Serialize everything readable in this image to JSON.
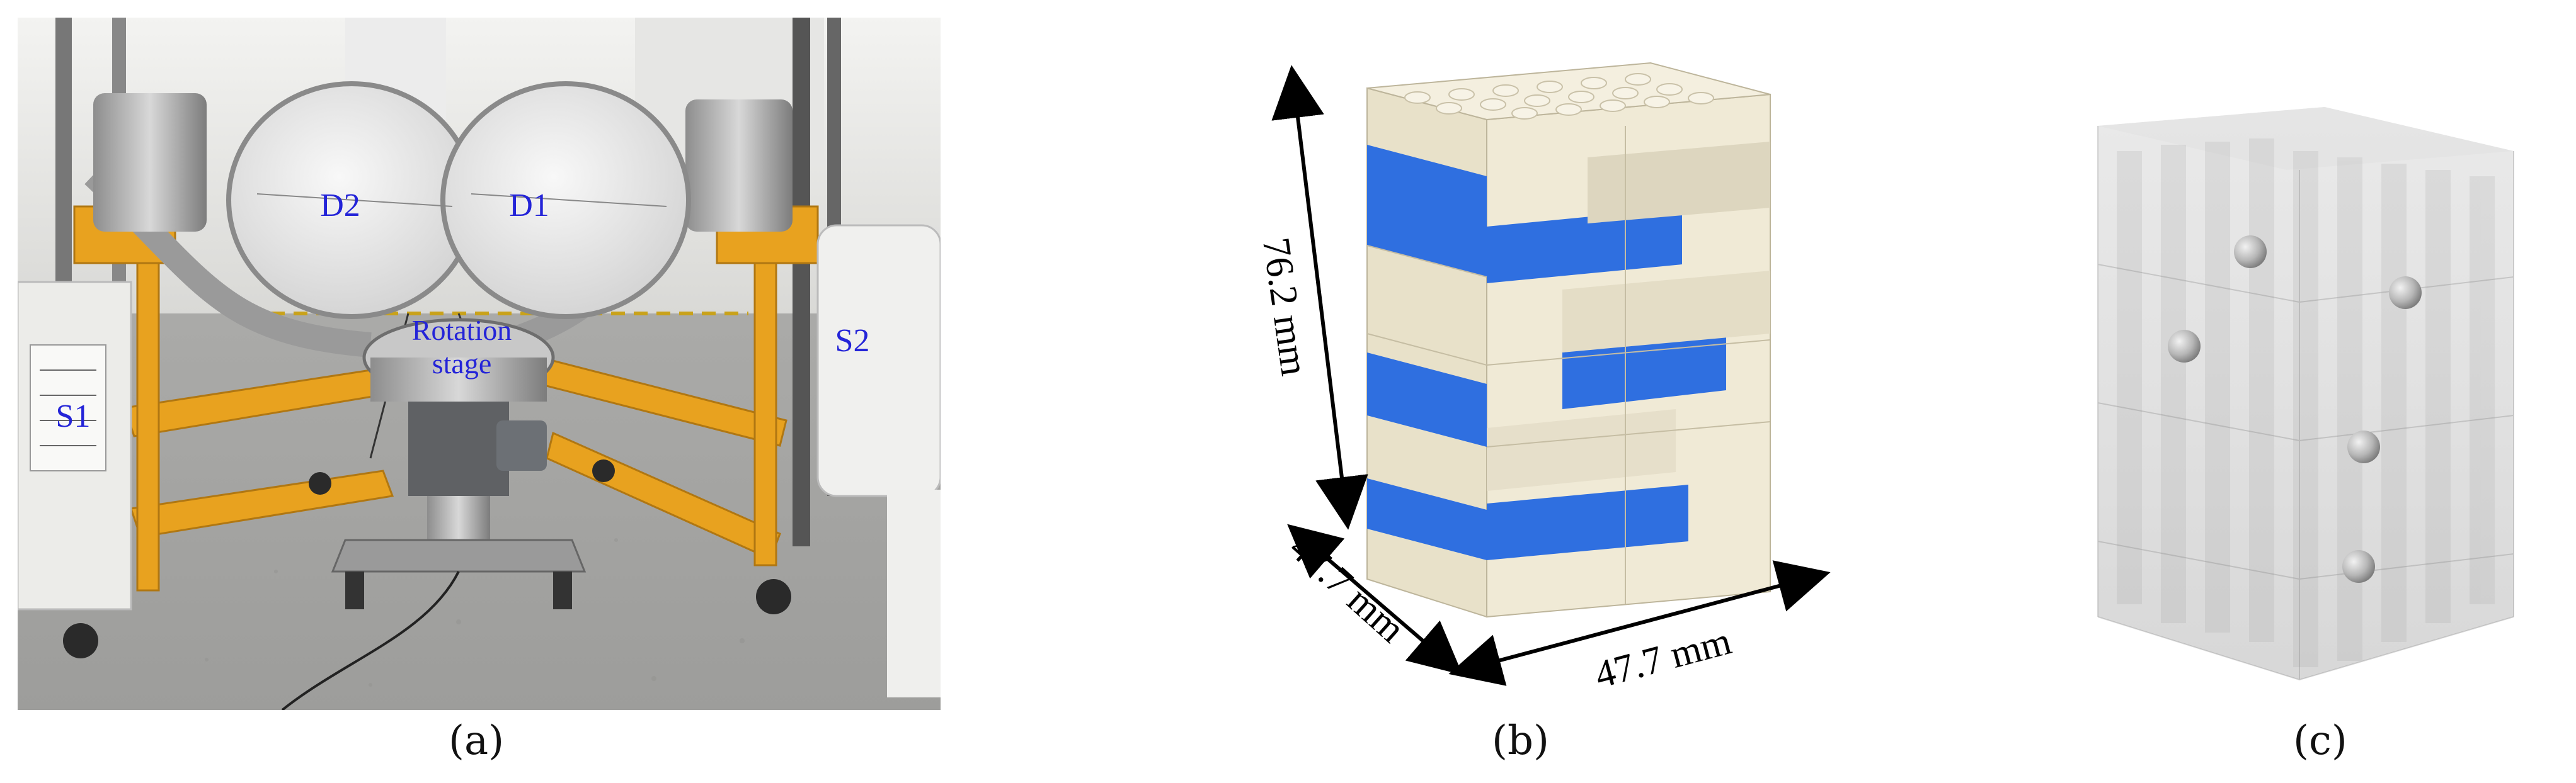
{
  "figure": {
    "panel_a": {
      "caption": "(a)",
      "labels": {
        "d2": "D2",
        "d1": "D1",
        "rotation_stage_line1": "Rotation",
        "rotation_stage_line2": "stage",
        "s1": "S1",
        "s2": "S2"
      },
      "label_color": "#2424d8"
    },
    "panel_b": {
      "caption": "(b)",
      "dimension_height": "76.2 mm",
      "dimension_depth": "47.7 mm",
      "dimension_width": "47.7 mm",
      "brick_colors": {
        "cream": "#ede7d2",
        "blue": "#2f6fe0"
      }
    },
    "panel_c": {
      "caption": "(c)"
    }
  }
}
